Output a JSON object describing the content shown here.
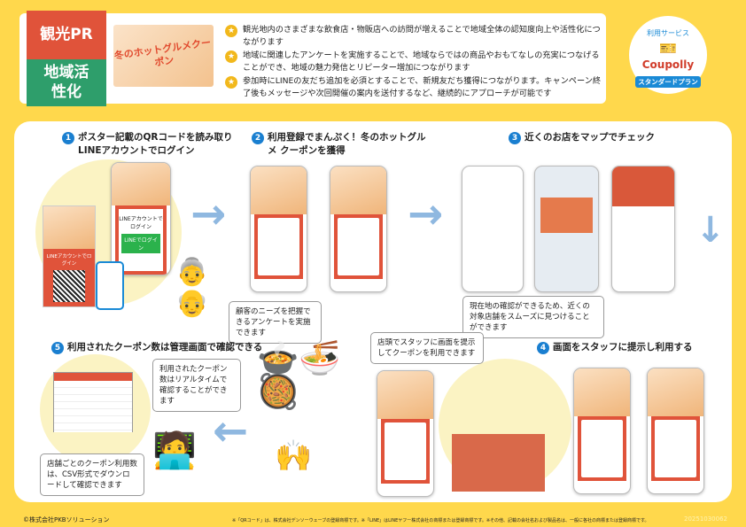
{
  "header": {
    "tag_tourism": "観光PR",
    "tag_region": "地域活性化",
    "hero_title": "冬のホットグルメクーポン",
    "bullets": [
      "観光地内のさまざまな飲食店・物販店への訪問が増えることで地域全体の認知度向上や活性化につながります",
      "地域に関連したアンケートを実施することで、地域ならではの商品やおもてなしの充実につなげることができ、地域の魅力発信とリピーター増加につながります",
      "参加時にLINEの友だち追加を必須とすることで、新規友だち獲得につながります。キャンペーン終了後もメッセージや次回開催の案内を送付するなど、継続的にアプローチが可能です"
    ]
  },
  "service": {
    "label": "利用サービス",
    "brand": "Coupolly",
    "plan": "スタンダードプラン"
  },
  "steps": [
    {
      "num": "1",
      "title": "ポスター記載のQRコードを読み取り LINEアカウントでログイン"
    },
    {
      "num": "2",
      "title": "利用登録でまんぷく！冬のホットグルメ クーポンを獲得"
    },
    {
      "num": "3",
      "title": "近くのお店をマップでチェック"
    },
    {
      "num": "4",
      "title": "画面をスタッフに提示し利用する"
    },
    {
      "num": "5",
      "title": "利用されたクーポン数は管理画面で確認できる"
    }
  ],
  "screens": {
    "line_login": "LINEアカウントでログイン",
    "line_button": "LINEでログイン",
    "poster_login": "LINEアカウントでログイン"
  },
  "callouts": {
    "survey": "顧客のニーズを把握できるアンケートを実施できます",
    "map": "現在地の確認ができるため、近くの対象店舗をスムーズに見つけることができます",
    "staff": "店頭でスタッフに画面を提示してクーポンを利用できます",
    "realtime": "利用されたクーポン数はリアルタイムで確認することができます",
    "csv": "店舗ごとのクーポン利用数は、CSV形式でダウンロードして確認できます"
  },
  "footer": {
    "copyright": "©株式会社PKBソリューション",
    "notice": "※「QRコード」は、株式会社デンソーウェーブの登録商標です。※「LINE」はLINEヤフー株式会社の商標または登録商標です。※その他、記載の会社名および製品名は、一般に各社の商標または登録商標です。",
    "code": "20251030062"
  }
}
